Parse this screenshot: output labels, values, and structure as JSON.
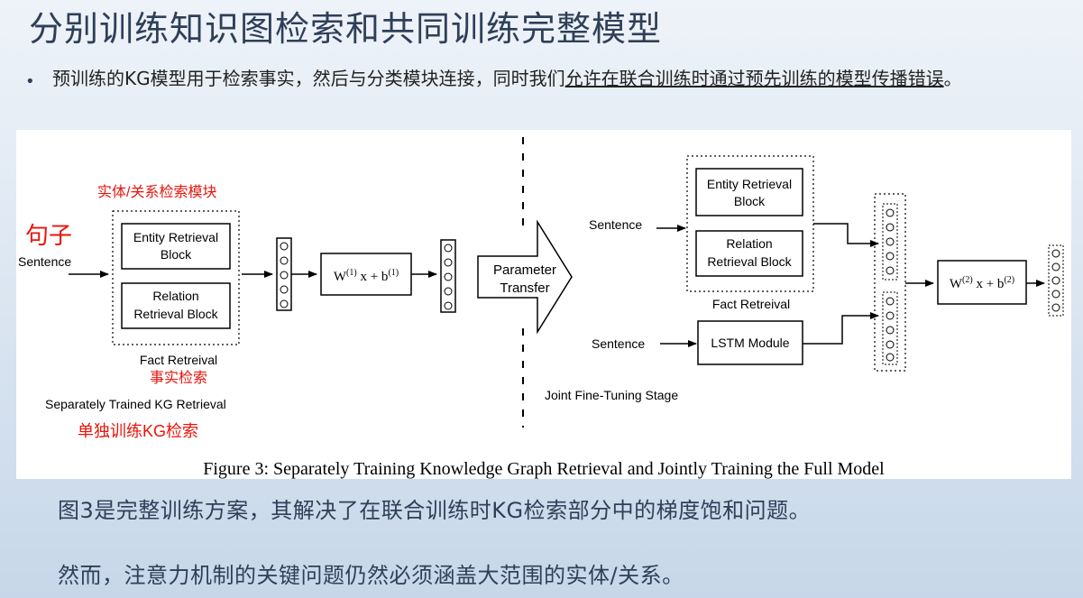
{
  "title": "分别训练知识图检索和共同训练完整模型",
  "bullet": {
    "text_plain": "预训练的KG模型用于检索事实，然后与分类模块连接，同时我们",
    "text_underlined": "允许在联合训练时通过预先训练的模型传播错误",
    "text_end": "。"
  },
  "figure": {
    "left": {
      "red_block_label": "实体/关系检索模块",
      "red_sentence_label": "句子",
      "sentence": "Sentence",
      "entity_block_l1": "Entity Retrieval",
      "entity_block_l2": "Block",
      "relation_block_l1": "Relation",
      "relation_block_l2": "Retrieval Block",
      "fact_retrieval": "Fact Retreival",
      "red_fact_label": "事实检索",
      "stage_label": "Separately Trained KG Retrieval",
      "red_stage_label": "单独训练KG检索",
      "formula_w": "W",
      "formula_sup": "(1)",
      "formula_mid": " x + b",
      "formula_sup2": "(1)"
    },
    "middle": {
      "arrow_l1": "Parameter",
      "arrow_l2": "Transfer"
    },
    "right": {
      "sentence_top": "Sentence",
      "sentence_bottom": "Sentence",
      "entity_block_l1": "Entity Retrieval",
      "entity_block_l2": "Block",
      "relation_block_l1": "Relation",
      "relation_block_l2": "Retrieval Block",
      "fact_retrieval": "Fact Retreival",
      "lstm": "LSTM Module",
      "stage_label": "Joint Fine-Tuning Stage",
      "formula_w": "W",
      "formula_sup": "(2)",
      "formula_mid": " x + b",
      "formula_sup2": "(2)"
    },
    "caption": "Figure 3: Separately Training Knowledge Graph Retrieval and Jointly Training the Full Model",
    "colors": {
      "red": "#e8140c",
      "ink": "#000000"
    }
  },
  "notes": [
    "图3是完整训练方案，其解决了在联合训练时KG检索部分中的梯度饱和问题。",
    "然而，注意力机制的关键问题仍然必须涵盖大范围的实体/关系。"
  ]
}
